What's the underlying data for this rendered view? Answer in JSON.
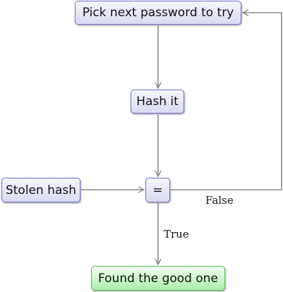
{
  "nodes": {
    "pick": "Pick next password to try",
    "hash": "Hash it",
    "stolen": "Stolen hash",
    "compare": "=",
    "found": "Found the good one"
  },
  "edges": {
    "true_label": "True",
    "false_label": "False"
  },
  "colors": {
    "node_border": "#6f6fd0",
    "node_fill_top": "#f6f6ff",
    "node_fill_bottom": "#d9d9f3",
    "success_border": "#5abf5a",
    "success_fill": "#aaeeaa",
    "arrow": "#8a8a8a"
  }
}
